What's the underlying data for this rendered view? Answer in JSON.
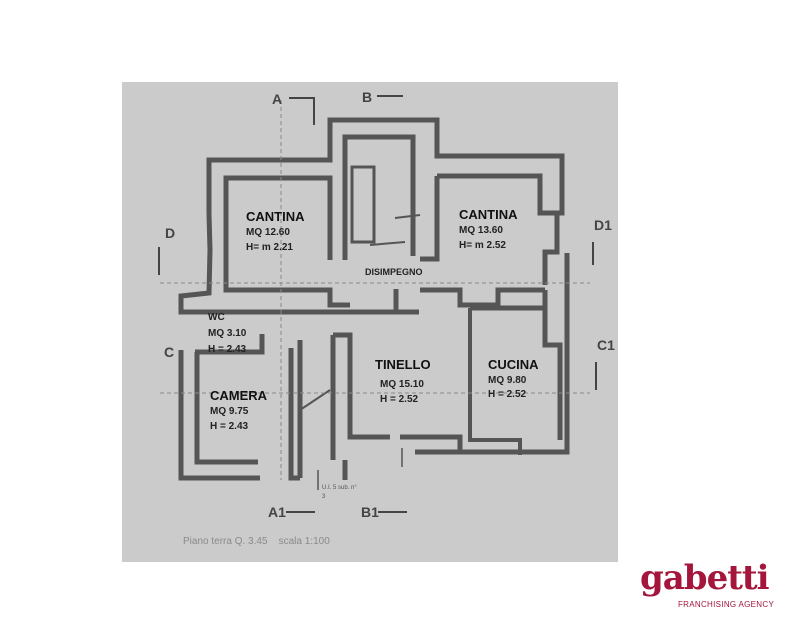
{
  "plan": {
    "caption": "Piano terra Q. 3.45    scala 1:100",
    "unit_note": "U.I. 5 sub. n° 3",
    "sections": [
      "A",
      "B",
      "D",
      "D1",
      "C",
      "C1",
      "A1",
      "B1"
    ],
    "corridor": "DISIMPEGNO",
    "rooms": [
      {
        "name": "CANTINA",
        "area": "MQ 12.60",
        "height": "H= m  2.21"
      },
      {
        "name": "CANTINA",
        "area": "MQ 13.60",
        "height": "H= m 2.52"
      },
      {
        "name": "WC",
        "area": "MQ 3.10",
        "height": "H = 2.43"
      },
      {
        "name": "CAMERA",
        "area": "MQ 9.75",
        "height": "H = 2.43"
      },
      {
        "name": "TINELLO",
        "area": "MQ 15.10",
        "height": "H = 2.52"
      },
      {
        "name": "CUCINA",
        "area": "MQ  9.80",
        "height": "H = 2.52"
      }
    ]
  },
  "logo": {
    "word": "gabetti",
    "tagline": "FRANCHISING AGENCY",
    "color": "#a4163c"
  }
}
